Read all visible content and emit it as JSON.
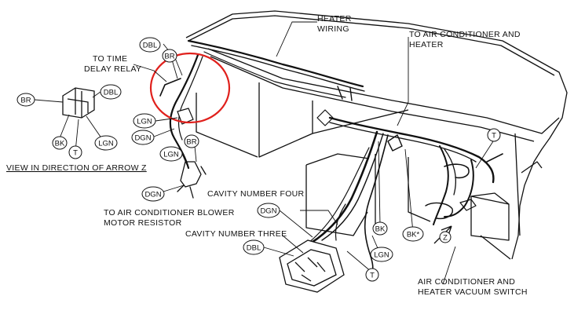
{
  "labels": {
    "heater_wiring_1": "HEATER",
    "heater_wiring_2": "WIRING",
    "to_ac_heater_1": "TO AIR CONDITIONER AND",
    "to_ac_heater_2": "HEATER",
    "time_delay_1": "TO TIME",
    "time_delay_2": "DELAY RELAY",
    "view_arrow": "VIEW IN DIRECTION OF ARROW Z",
    "cavity_four": "CAVITY NUMBER FOUR",
    "cavity_three": "CAVITY NUMBER THREE",
    "blower_1": "TO AIR CONDITIONER BLOWER",
    "blower_2": "MOTOR RESISTOR",
    "vacuum_1": "AIR CONDITIONER AND",
    "vacuum_2": "HEATER VACUUM SWITCH"
  },
  "tags": {
    "dbl_top": "DBL",
    "br_top": "BR",
    "dbl_view": "DBL",
    "br_view": "BR",
    "bk_view": "BK",
    "t_view": "T",
    "lgn_view": "LGN",
    "lgn_circle": "LGN",
    "dgn_circle": "DGN",
    "lgn_mid": "LGN",
    "br_mid": "BR",
    "dgn_mid": "DGN",
    "dgn_cavity": "DGN",
    "dbl_cavity": "DBL",
    "bk_center": "BK",
    "lgn_center": "LGN",
    "t_center": "T",
    "bk_star": "BK*",
    "t_right": "T",
    "z_arrow": "Z"
  },
  "colors": {
    "line": "#111111",
    "highlight": "#e0201c"
  }
}
